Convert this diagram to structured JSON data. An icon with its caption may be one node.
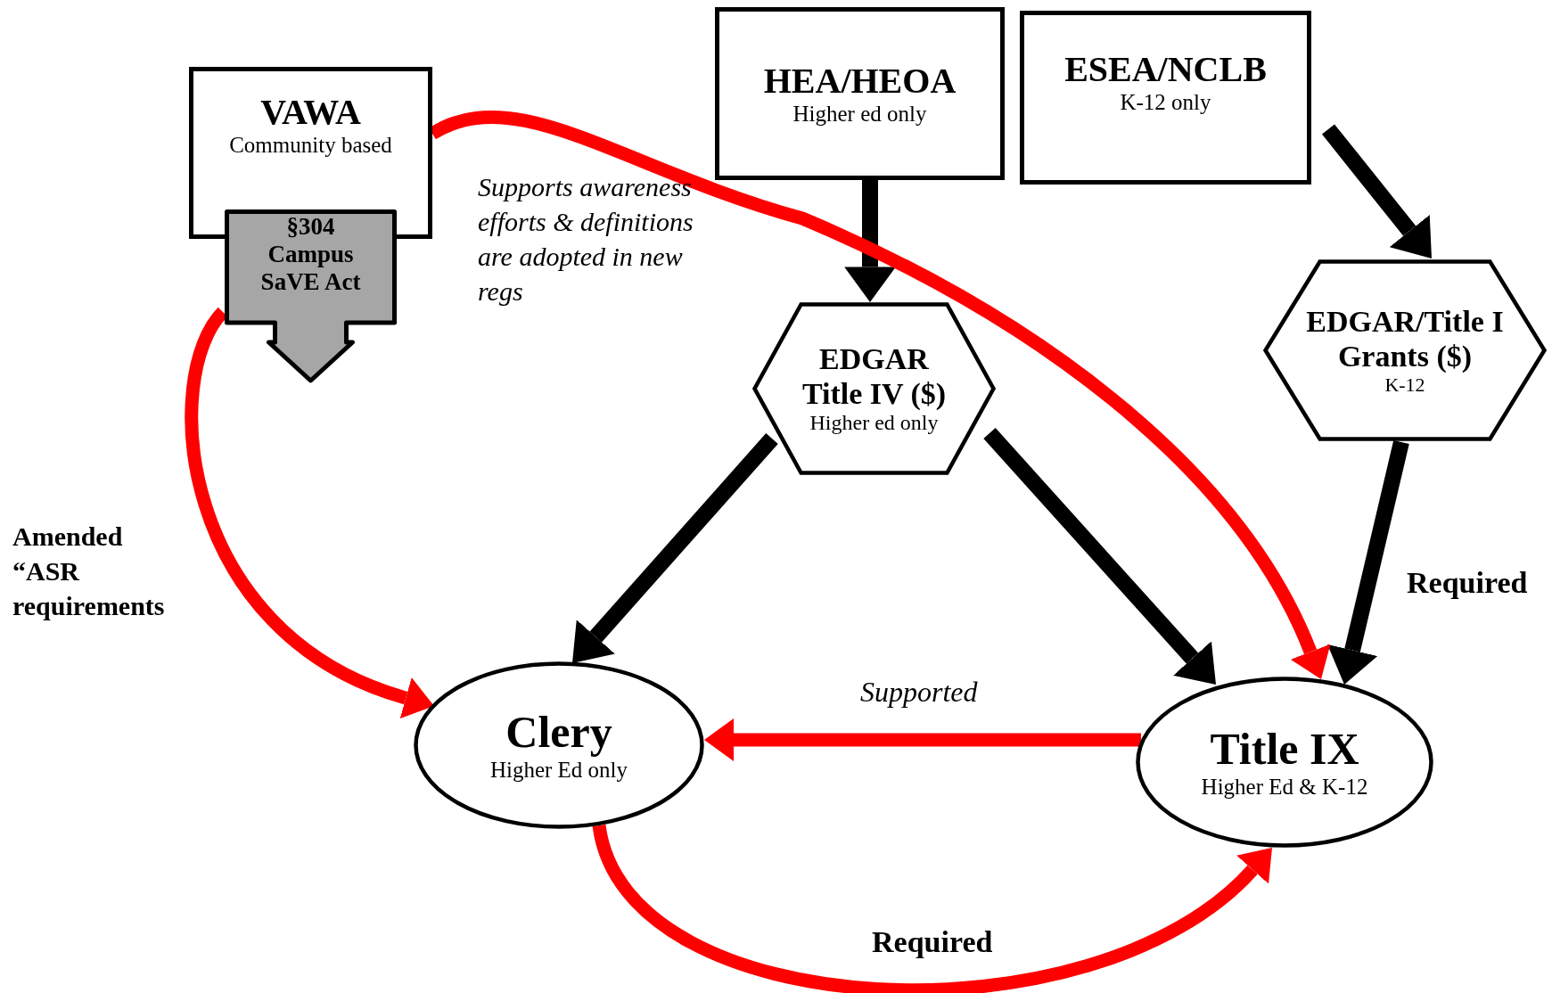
{
  "diagram": {
    "nodes": [
      {
        "text": [
          "VAWA",
          "Community based"
        ]
      },
      {
        "text": [
          "§304 Campus SaVE Act"
        ]
      },
      {
        "text": [
          "HEA/HEOA",
          "Higher ed only"
        ]
      },
      {
        "text": [
          "ESEA/NCLB",
          "K-12 only"
        ]
      },
      {
        "text": [
          "EDGAR Title IV ($)",
          "Higher ed only"
        ]
      },
      {
        "text": [
          "EDGAR/Title I Grants ($)",
          "K-12"
        ]
      },
      {
        "text": [
          "Clery",
          "Higher Ed only"
        ]
      },
      {
        "text": [
          "Title IX",
          "Higher Ed & K-12"
        ]
      }
    ],
    "edges": [
      {
        "from": 2,
        "to": 4,
        "arrow": "to"
      },
      {
        "from": 3,
        "to": 5,
        "arrow": "to"
      },
      {
        "from": 4,
        "to": 6,
        "arrow": "to"
      },
      {
        "from": 4,
        "to": 7,
        "arrow": "to"
      },
      {
        "from": 5,
        "to": 7,
        "arrow": "to",
        "label": "Required"
      },
      {
        "from": 0,
        "to": 7,
        "arrow": "to",
        "color": "#ff0000",
        "label": "Supports awareness efforts & definitions are adopted in new regs"
      },
      {
        "from": 1,
        "to": 6,
        "arrow": "to",
        "color": "#ff0000",
        "label": "Amended “ASR requirements"
      },
      {
        "from": 7,
        "to": 6,
        "arrow": "to",
        "color": "#ff0000",
        "label": "Supported"
      },
      {
        "from": 6,
        "to": 7,
        "arrow": "to",
        "color": "#ff0000",
        "label": "Required"
      }
    ]
  }
}
